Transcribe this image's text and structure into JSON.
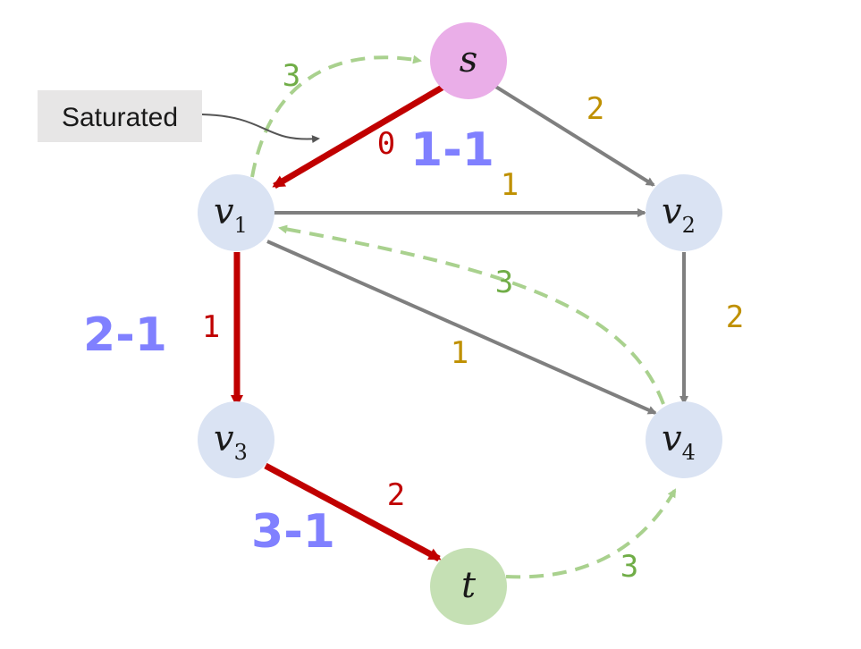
{
  "nodes": {
    "s": {
      "label": "s",
      "sub": "",
      "fill": "#eaaee8"
    },
    "v1": {
      "label": "v",
      "sub": "1",
      "fill": "#dae3f3"
    },
    "v2": {
      "label": "v",
      "sub": "2",
      "fill": "#dae3f3"
    },
    "v3": {
      "label": "v",
      "sub": "3",
      "fill": "#dae3f3"
    },
    "v4": {
      "label": "v",
      "sub": "4",
      "fill": "#dae3f3"
    },
    "t": {
      "label": "t",
      "sub": "",
      "fill": "#c5e0b4"
    }
  },
  "edges": {
    "s_v1": {
      "from": "s",
      "to": "v1",
      "capacity": "0",
      "state": "saturated"
    },
    "s_v2": {
      "from": "s",
      "to": "v2",
      "capacity": "2",
      "state": "normal"
    },
    "v1_v2": {
      "from": "v1",
      "to": "v2",
      "capacity": "1",
      "state": "normal"
    },
    "v1_v3": {
      "from": "v1",
      "to": "v3",
      "capacity": "1",
      "state": "path"
    },
    "v1_v4": {
      "from": "v1",
      "to": "v4",
      "capacity": "1",
      "state": "normal"
    },
    "v2_v4": {
      "from": "v2",
      "to": "v4",
      "capacity": "2",
      "state": "normal"
    },
    "v3_t": {
      "from": "v3",
      "to": "t",
      "capacity": "2",
      "state": "path"
    },
    "v1_s_rev": {
      "from": "v1",
      "to": "s",
      "capacity": "3",
      "state": "residual"
    },
    "v4_v1_rev": {
      "from": "v4",
      "to": "v1",
      "capacity": "3",
      "state": "residual"
    },
    "t_v4_rev": {
      "from": "t",
      "to": "v4",
      "capacity": "3",
      "state": "residual"
    }
  },
  "steps": {
    "step1": "1-1",
    "step2": "2-1",
    "step3": "3-1"
  },
  "callout": {
    "text": "Saturated"
  },
  "colors": {
    "normal_edge": "#7f7f7f",
    "path_edge": "#c00000",
    "residual_edge": "#a9d18e",
    "normal_capacity": "#bf9000",
    "path_capacity": "#c00000",
    "residual_capacity": "#70ad47",
    "step_label": "#8080ff",
    "callout_bg": "#e7e6e6"
  }
}
